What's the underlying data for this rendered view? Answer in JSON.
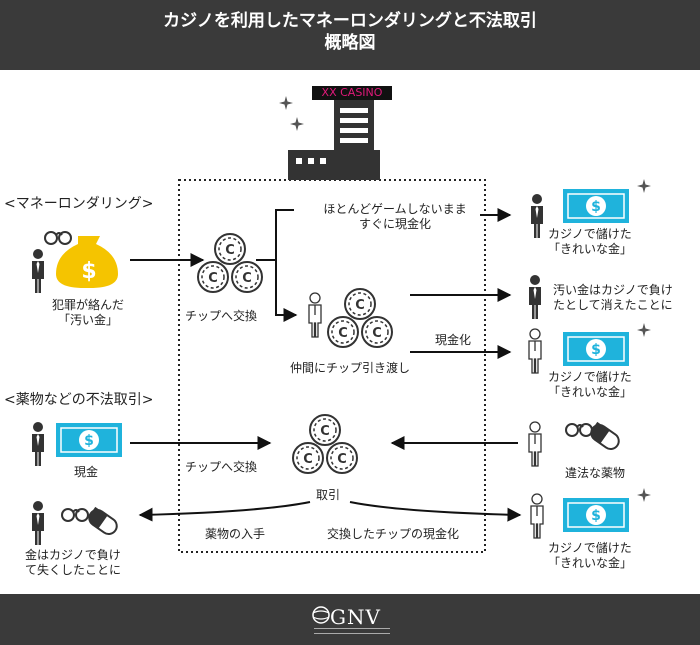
{
  "header": {
    "title_line1": "カジノを利用したマネーロンダリングと不法取引",
    "title_line2": "概略図"
  },
  "casino": {
    "sign": "XX CASINO"
  },
  "sections": {
    "laundering": "<マネーロンダリング>",
    "drugs": "<薬物などの不法取引>"
  },
  "labels": {
    "dirty_money": [
      "犯罪が絡んだ",
      "「汚い金」"
    ],
    "chip_exchange_1": "チップへ交換",
    "no_game": [
      "ほとんどゲームしないまま",
      "すぐに現金化"
    ],
    "clean_money_1": [
      "カジノで儲けた",
      "「きれいな金」"
    ],
    "accomplice": "仲間にチップ引き渡し",
    "lost": [
      "汚い金はカジノで負け",
      "たとして消えたことに"
    ],
    "cashing": "現金化",
    "clean_money_2": [
      "カジノで儲けた",
      "「きれいな金」"
    ],
    "cash": "現金",
    "chip_exchange_2": "チップへ交換",
    "illegal_drugs": "違法な薬物",
    "trade": "取引",
    "drug_acquire": "薬物の入手",
    "chip_cashing": "交換したチップの現金化",
    "lost_money": [
      "金はカジノで負け",
      "て失くしたことに"
    ],
    "clean_money_3": [
      "カジノで儲けた",
      "「きれいな金」"
    ]
  },
  "footer": {
    "logo": "GNV"
  },
  "colors": {
    "bar": "#3a3a3a",
    "bill": "#1fb3dc",
    "bag": "#f5c400",
    "sign": "#e0197a"
  }
}
